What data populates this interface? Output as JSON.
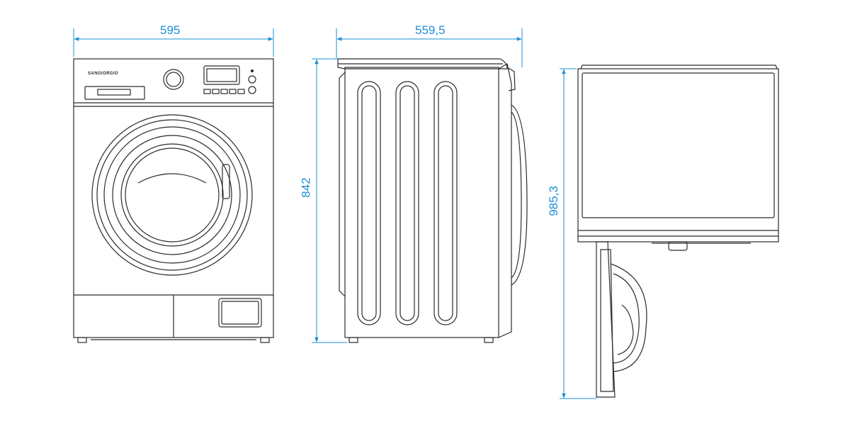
{
  "dimensions": {
    "front_width": "595",
    "side_depth": "559,5",
    "height": "842",
    "top_depth_door_open": "985,3"
  },
  "brand_label": "SANGIORGIO",
  "colors": {
    "dimension": "#1e8fd6",
    "line": "#2b2b2b"
  }
}
